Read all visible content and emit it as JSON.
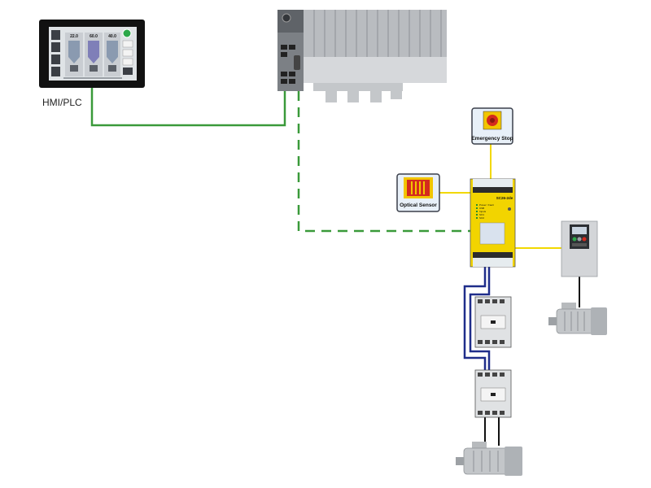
{
  "labels": {
    "hmi_plc": "HMI/PLC",
    "emergency_stop": "Emergency Stop",
    "optical_sensor": "Optical Sensor"
  },
  "hmi_screen": {
    "values": [
      "22.0",
      "60.0",
      "40.0"
    ]
  },
  "safety_controller": {
    "model": "SC26-2de",
    "status_lines": [
      "Power / Fault",
      "USB",
      "Inputs",
      "SO1",
      "SO2"
    ]
  },
  "colors": {
    "ethernet": "#3a9a3a",
    "safety_wire": "#f2d800",
    "motor_wire": "#1f2d8a",
    "power_wire": "#111111",
    "controller_body": "#f2d400"
  }
}
